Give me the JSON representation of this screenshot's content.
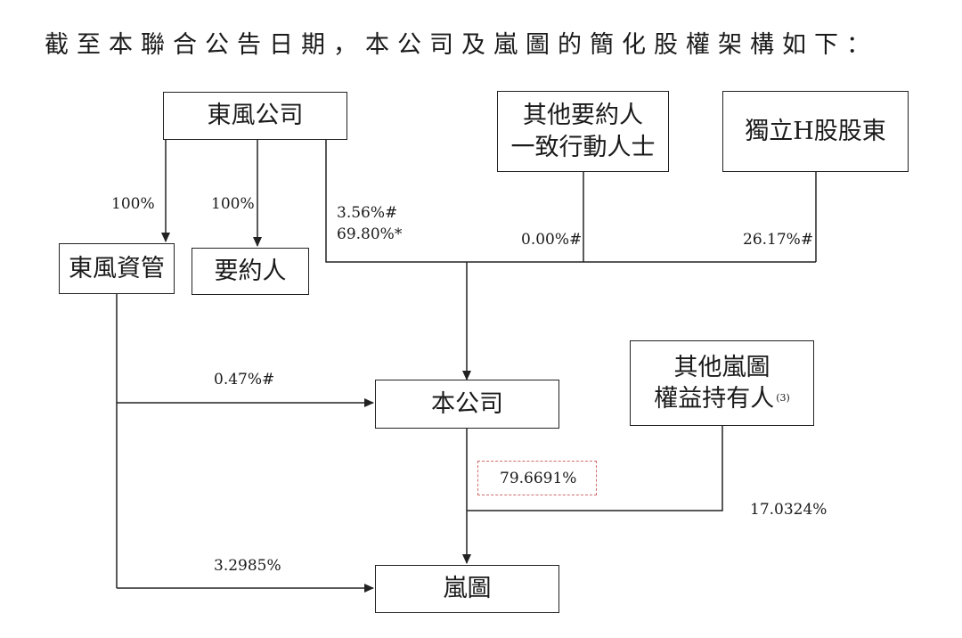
{
  "heading": "截至本聯合公告日期，本公司及嵐圖的簡化股權架構如下：",
  "entities": {
    "dongfeng": "東風公司",
    "other_offeror_1": "其他要約人",
    "other_offeror_2": "一致行動人士",
    "independent_h": "獨立H股股東",
    "dongfeng_am": "東風資管",
    "offeror": "要約人",
    "company": "本公司",
    "other_voyah_1": "其他嵐圖",
    "other_voyah_2": "權益持有人",
    "other_voyah_note": "(3)",
    "voyah": "嵐圖"
  },
  "edges": {
    "df_to_am": "100%",
    "df_to_offeror": "100%",
    "df_to_company_1": "3.56%#",
    "df_to_company_2": "69.80%*",
    "others_to_company": "0.00%#",
    "indep_to_company": "26.17%#",
    "am_to_company": "0.47%#",
    "company_to_voyah": "79.6691%",
    "other_voyah_to_voyah": "17.0324%",
    "am_to_voyah": "3.2985%"
  }
}
